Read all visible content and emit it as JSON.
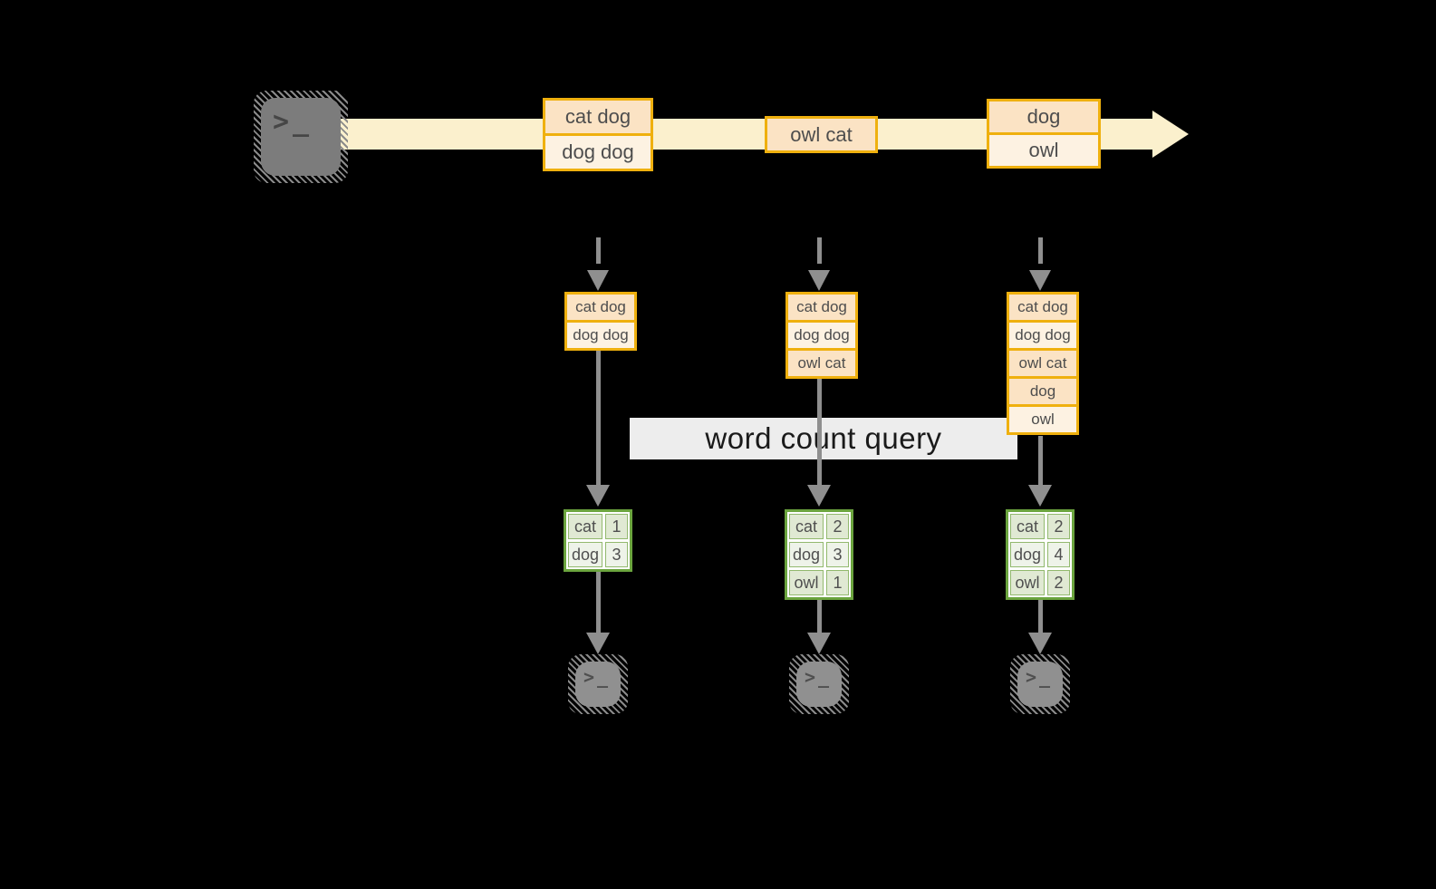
{
  "banner": {
    "label": "word count query"
  },
  "icons": {
    "terminal_glyph": ">_"
  },
  "stream": {
    "batches": [
      {
        "cells": [
          {
            "text": "cat dog"
          },
          {
            "text": "dog dog"
          }
        ]
      },
      {
        "cells": [
          {
            "text": "owl cat"
          }
        ]
      },
      {
        "cells": [
          {
            "text": "dog"
          },
          {
            "text": "owl"
          }
        ]
      }
    ]
  },
  "columns": [
    {
      "stack": [
        {
          "text": "cat dog"
        },
        {
          "text": "dog dog"
        }
      ],
      "counts": [
        {
          "word": "cat",
          "count": "1"
        },
        {
          "word": "dog",
          "count": "3"
        }
      ]
    },
    {
      "stack": [
        {
          "text": "cat dog"
        },
        {
          "text": "dog dog"
        },
        {
          "text": "owl cat"
        }
      ],
      "counts": [
        {
          "word": "cat",
          "count": "2"
        },
        {
          "word": "dog",
          "count": "3"
        },
        {
          "word": "owl",
          "count": "1"
        }
      ]
    },
    {
      "stack": [
        {
          "text": "cat dog"
        },
        {
          "text": "dog dog"
        },
        {
          "text": "owl cat"
        },
        {
          "text": "dog"
        },
        {
          "text": "owl"
        }
      ],
      "counts": [
        {
          "word": "cat",
          "count": "2"
        },
        {
          "word": "dog",
          "count": "4"
        },
        {
          "word": "owl",
          "count": "2"
        }
      ]
    }
  ],
  "colors": {
    "gold": "#efb00e",
    "peach": "#fbe3c4",
    "cream": "#fdf2e2",
    "band": "#fbf0cd",
    "green": "#6ba43e",
    "green_cell": "#e0e9d3",
    "green_cell_alt": "#eef3e9",
    "arrow_gray": "#8f8f8f",
    "term_dark": "#7c7c7c",
    "term_light": "#909090",
    "hatch": "#8a8a8a",
    "text_dark": "#4d4d4d",
    "banner_text": "#1a1a1a"
  }
}
